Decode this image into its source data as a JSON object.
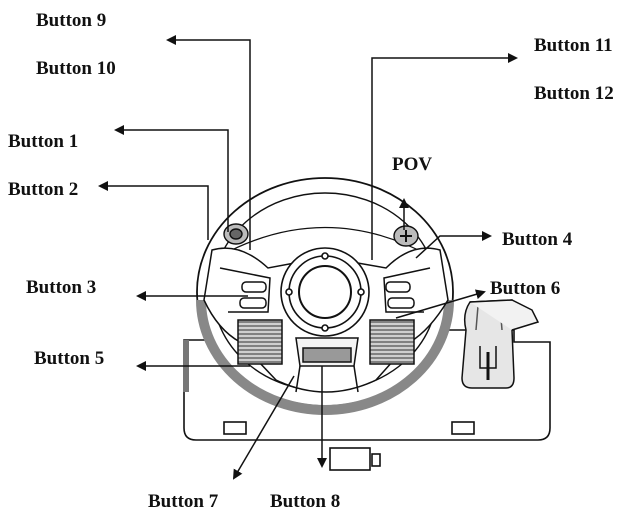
{
  "diagram": {
    "labels": {
      "button_9": "Button 9",
      "button_10": "Button 10",
      "button_11": "Button 11",
      "button_12": "Button 12",
      "button_1": "Button 1",
      "button_2": "Button 2",
      "pov": "POV",
      "button_4": "Button 4",
      "button_3": "Button 3",
      "button_6": "Button 6",
      "button_5": "Button 5",
      "button_7": "Button 7",
      "button_8": "Button 8"
    },
    "colors": {
      "ink": "#111111",
      "shade": "#9a9a9a",
      "light_shade": "#d9d9d9",
      "background": "#ffffff"
    }
  }
}
